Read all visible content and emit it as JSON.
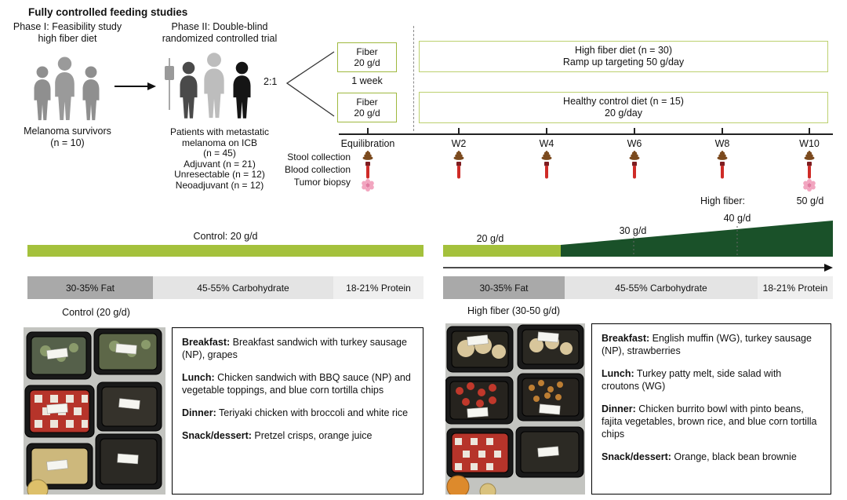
{
  "colors": {
    "light_green": "#a4c13c",
    "dark_green": "#1a5129",
    "arm_border": "#bcd06f",
    "runin_border": "#9fb93f",
    "fat_gray": "#a9a9a9",
    "carb_gray": "#e4e4e4",
    "protein_gray": "#efefef"
  },
  "header": {
    "title": "Fully controlled feeding studies"
  },
  "phase1": {
    "label": "Phase I: Feasibility study\nhigh fiber diet",
    "cohort": "Melanoma survivors\n(n = 10)"
  },
  "phase2": {
    "label": "Phase II: Double-blind\nrandomized controlled trial",
    "ratio": "2:1",
    "cohort": "Patients with metastatic\nmelanoma on ICB\n(n = 45)\nAdjuvant (n = 21)\nUnresectable (n = 12)\nNeoadjuvant (n = 12)"
  },
  "run_in": {
    "fiber_line1": "Fiber",
    "fiber_line2": "20 g/d",
    "duration": "1 week"
  },
  "arms": {
    "high_fiber": "High fiber diet (n = 30)\nRamp up targeting 50 g/day",
    "control": "Healthy control diet (n = 15)\n20 g/day"
  },
  "timeline": {
    "ticks": [
      "Equilibration",
      "W2",
      "W4",
      "W6",
      "W8",
      "W10"
    ],
    "rows": [
      "Stool collection",
      "Blood collection",
      "Tumor biopsy"
    ]
  },
  "ramp": {
    "control_label": "Control: 20 g/d",
    "start_label": "20 g/d",
    "mid1_label": "30 g/d",
    "mid2_label": "40 g/d",
    "high_fiber_label": "High fiber:",
    "end_label": "50 g/d"
  },
  "macros": {
    "fat": "30-35% Fat",
    "carb": "45-55% Carbohydrate",
    "protein": "18-21% Protein"
  },
  "meals": {
    "control": {
      "label": "Control (20 g/d)",
      "items": [
        {
          "name": "Breakfast:",
          "desc": "Breakfast sandwich with turkey sausage (NP), grapes"
        },
        {
          "name": "Lunch:",
          "desc": "Chicken sandwich with BBQ sauce (NP) and vegetable toppings, and blue corn tortilla chips"
        },
        {
          "name": "Dinner:",
          "desc": "Teriyaki chicken with broccoli and white rice"
        },
        {
          "name": "Snack/dessert:",
          "desc": "Pretzel crisps, orange juice"
        }
      ]
    },
    "high_fiber": {
      "label": "High fiber (30-50 g/d)",
      "items": [
        {
          "name": "Breakfast:",
          "desc": "English muffin (WG), turkey sausage (NP), strawberries"
        },
        {
          "name": "Lunch:",
          "desc": "Turkey patty melt, side salad with croutons (WG)"
        },
        {
          "name": "Dinner:",
          "desc": "Chicken burrito bowl with pinto beans, fajita vegetables, brown rice, and blue corn tortilla chips"
        },
        {
          "name": "Snack/dessert:",
          "desc": "Orange, black bean brownie"
        }
      ]
    }
  }
}
